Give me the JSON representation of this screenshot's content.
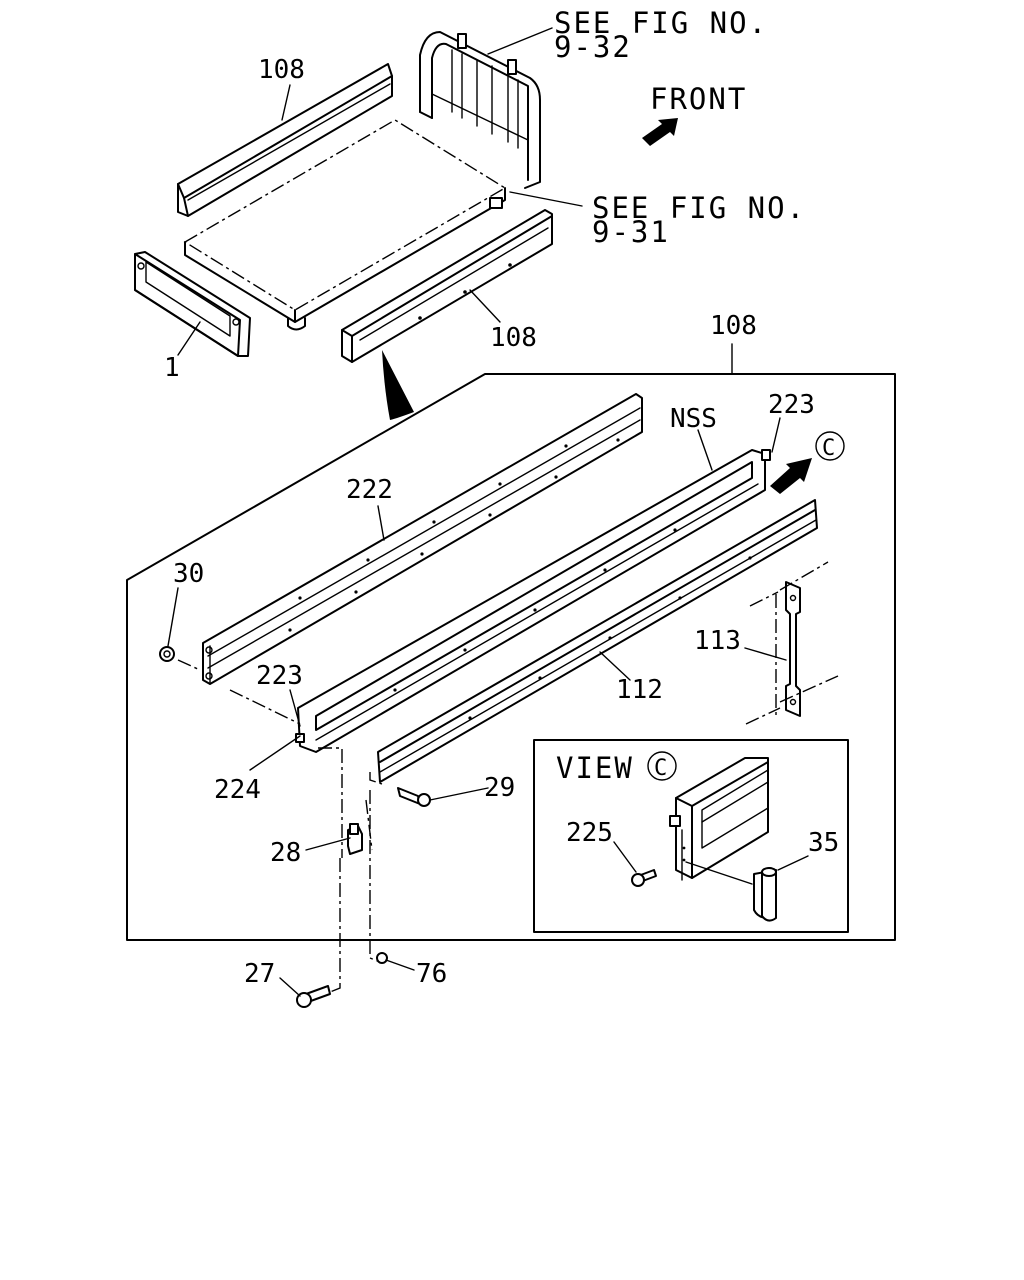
{
  "references": {
    "fig_9_32": {
      "line1": "SEE FIG NO.",
      "line2": "9-32"
    },
    "fig_9_31": {
      "line1": "SEE FIG NO.",
      "line2": "9-31"
    }
  },
  "direction": {
    "front": "FRONT"
  },
  "view": {
    "label": "VIEW",
    "marker": "C"
  },
  "view_marker_main": "C",
  "labels": {
    "p108_top": "108",
    "p108_right": "108",
    "p108_box": "108",
    "p1": "1",
    "p222": "222",
    "nss": "NSS",
    "p223_top": "223",
    "p223_left": "223",
    "p30": "30",
    "p224": "224",
    "p113": "113",
    "p112": "112",
    "p29": "29",
    "p28": "28",
    "p27": "27",
    "p76": "76",
    "p225": "225",
    "p35": "35"
  }
}
